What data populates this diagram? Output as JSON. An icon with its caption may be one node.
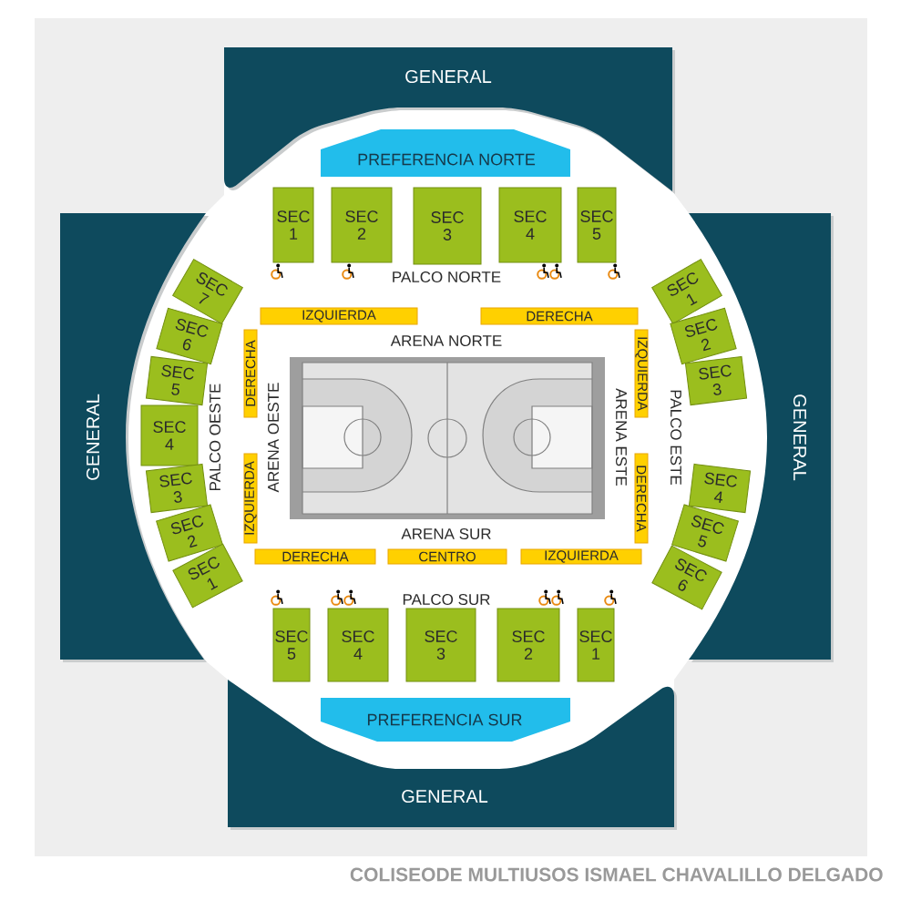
{
  "diagram": {
    "nodes": [
      {
        "text": [
          "GENERAL"
        ]
      },
      {
        "text": [
          "PREFERENCIA NORTE"
        ]
      },
      {
        "text": [
          "SEC 1"
        ]
      },
      {
        "text": [
          "SEC 2"
        ]
      },
      {
        "text": [
          "SEC 3"
        ]
      },
      {
        "text": [
          "SEC 4"
        ]
      },
      {
        "text": [
          "SEC 5"
        ]
      },
      {
        "text": [
          "IZQUIERDA"
        ]
      },
      {
        "text": [
          "DERECHA"
        ]
      },
      {
        "text": [
          "GENERAL"
        ]
      },
      {
        "text": [
          "SEC 7"
        ]
      },
      {
        "text": [
          "SEC 6"
        ]
      },
      {
        "text": [
          "SEC 5"
        ]
      },
      {
        "text": [
          "SEC 4"
        ]
      },
      {
        "text": [
          "SEC 3"
        ]
      },
      {
        "text": [
          "SEC 2"
        ]
      },
      {
        "text": [
          "SEC 1"
        ]
      },
      {
        "text": [
          "DERECHA"
        ]
      },
      {
        "text": [
          "IZQUIERDA"
        ]
      },
      {
        "text": [
          "IZQUIERDA"
        ]
      },
      {
        "text": [
          "DERECHA"
        ]
      },
      {
        "text": [
          "SEC 1"
        ]
      },
      {
        "text": [
          "SEC 2"
        ]
      },
      {
        "text": [
          "SEC 3"
        ]
      },
      {
        "text": [
          "SEC 4"
        ]
      },
      {
        "text": [
          "SEC 5"
        ]
      },
      {
        "text": [
          "SEC 6"
        ]
      },
      {
        "text": [
          "GENERAL"
        ]
      },
      {
        "text": [
          "DERECHA"
        ]
      },
      {
        "text": [
          "CENTRO"
        ]
      },
      {
        "text": [
          "IZQUIERDA"
        ]
      },
      {
        "text": [
          "SEC 5"
        ]
      },
      {
        "text": [
          "SEC 4"
        ]
      },
      {
        "text": [
          "SEC 3"
        ]
      },
      {
        "text": [
          "SEC 2"
        ]
      },
      {
        "text": [
          "SEC 1"
        ]
      },
      {
        "text": [
          "PREFERENCIA SUR"
        ]
      },
      {
        "text": [
          "GENERAL"
        ]
      }
    ],
    "labels": [
      "PALCO NORTE",
      "ARENA NORTE",
      "PALCO OESTE",
      "ARENA OESTE",
      "ARENA ESTE",
      "PALCO ESTE",
      "ARENA SUR",
      "PALCO SUR"
    ],
    "caption": "COLISEODE MULTIUSOS ISMAEL CHAVALILLO DELGADO"
  }
}
